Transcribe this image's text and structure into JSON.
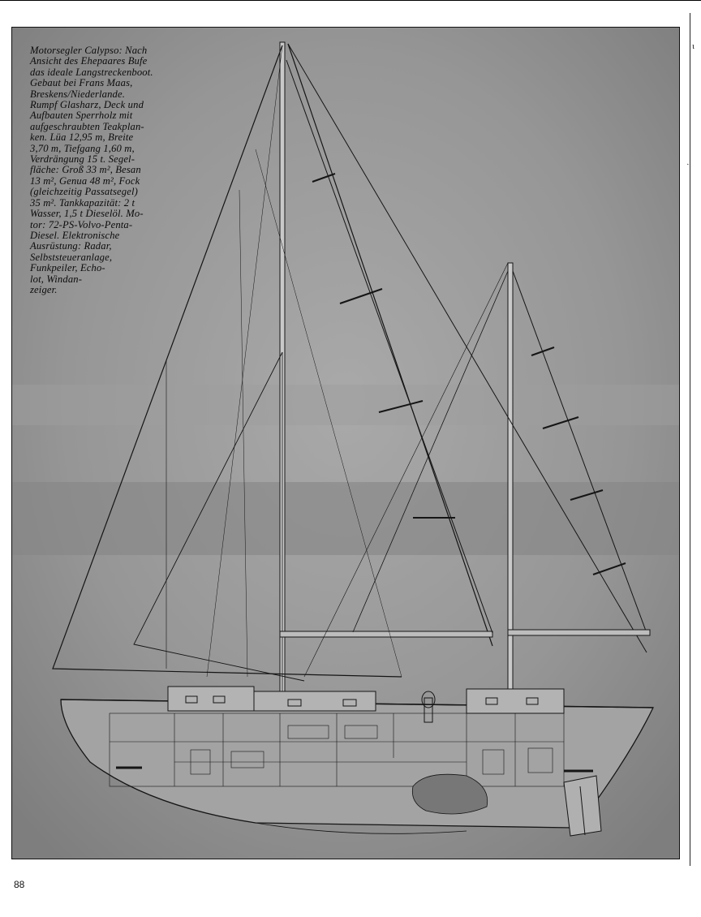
{
  "caption": {
    "text": "Motorsegler Calypso: Nach\nAnsicht des Ehepaares Bufe\ndas ideale Langstreckenboot.\nGebaut bei Frans Maas,\nBreskens/Niederlande.\nRumpf Glasharz, Deck und\nAufbauten Sperrholz mit\naufgeschraubten Teakplan-\nken. Lüa 12,95 m, Breite\n3,70 m, Tiefgang 1,60 m,\nVerdrängung 15 t. Segel-\nfläche: Groß 33 m², Besan\n13 m², Genua 48 m², Fock\n(gleichzeitig Passatsegel)\n35 m². Tankkapazität: 2 t\nWasser, 1,5 t Dieselöl. Mo-\ntor: 72-PS-Volvo-Penta-\nDiesel. Elektronische\nAusrüstung: Radar,\nSelbststeueranlage,\nFunkpeiler, Echo-\nlot, Windan-\nzeiger."
  },
  "page": {
    "number": "88",
    "margin_mark_1": "ɩ",
    "margin_mark_2": "·"
  },
  "colors": {
    "figure_background": "#8e8e8e",
    "line_art": "#151515",
    "hull_fill": "#a3a3a3"
  },
  "icons": {
    "figure": "sailboat-plan-drawing"
  }
}
